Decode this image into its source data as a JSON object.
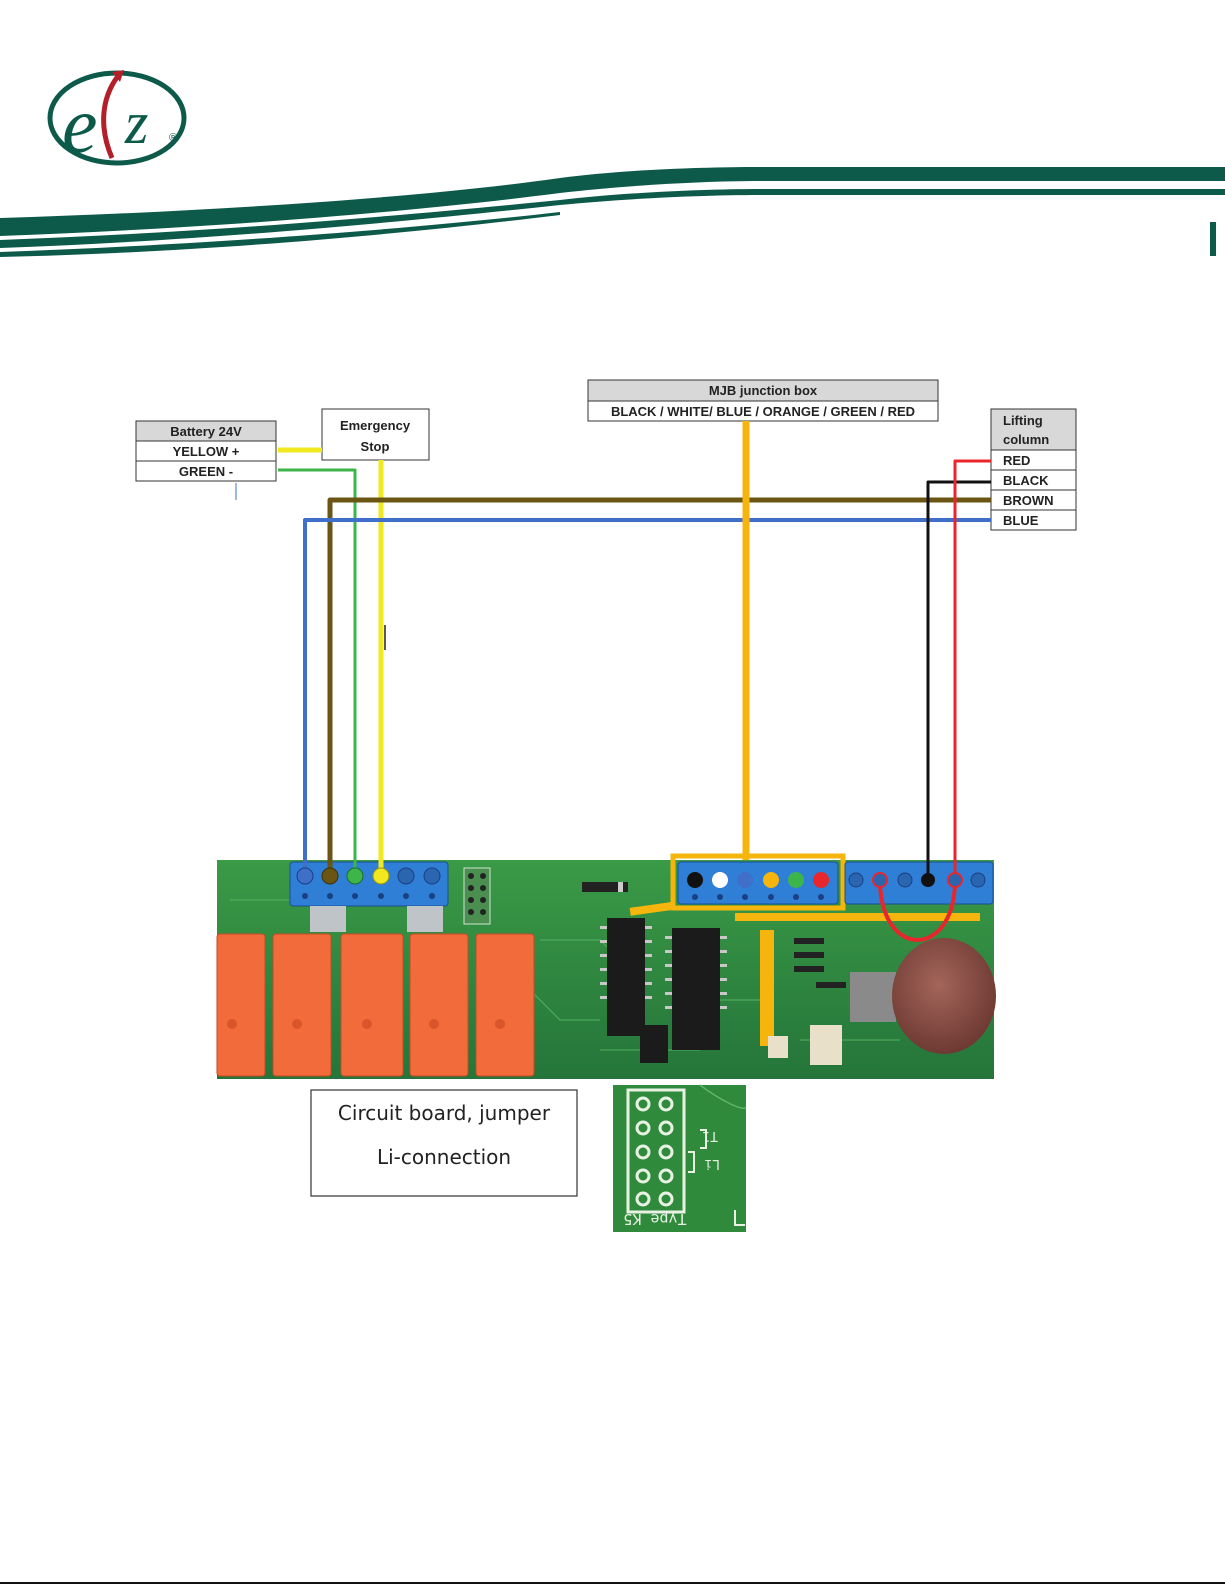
{
  "logo": {
    "text_e": "e",
    "text_z": "z",
    "registered": "®"
  },
  "colors": {
    "brand_green": "#0e5a4a",
    "brand_red": "#b3202a",
    "wire_yellow": "#f2e81f",
    "wire_green": "#3db54a",
    "wire_brown": "#6b5513",
    "wire_blue": "#3f6fc9",
    "wire_black": "#111111",
    "wire_red": "#e8262b",
    "wire_orange": "#f5b50c",
    "board_green": "#2f8a3c",
    "terminal_blue": "#2f7fd6",
    "relay_orange": "#f26b3a"
  },
  "battery": {
    "title": "Battery 24V",
    "rows": [
      "YELLOW +",
      "GREEN -"
    ]
  },
  "emergency_stop": {
    "line1": "Emergency",
    "line2": "Stop"
  },
  "mjb": {
    "title": "MJB junction box",
    "colors_line": "BLACK / WHITE/ BLUE / ORANGE / GREEN / RED"
  },
  "lifting_column": {
    "line1": "Lifting",
    "line2": "column",
    "rows": [
      "RED",
      "BLACK",
      "BROWN",
      "BLUE"
    ]
  },
  "caption": {
    "line1": "Circuit board, jumper",
    "line2": "Li-connection"
  },
  "jumper_inset": {
    "mark_t1": "T1",
    "mark_li": "Li",
    "type_label": "Type K5"
  }
}
